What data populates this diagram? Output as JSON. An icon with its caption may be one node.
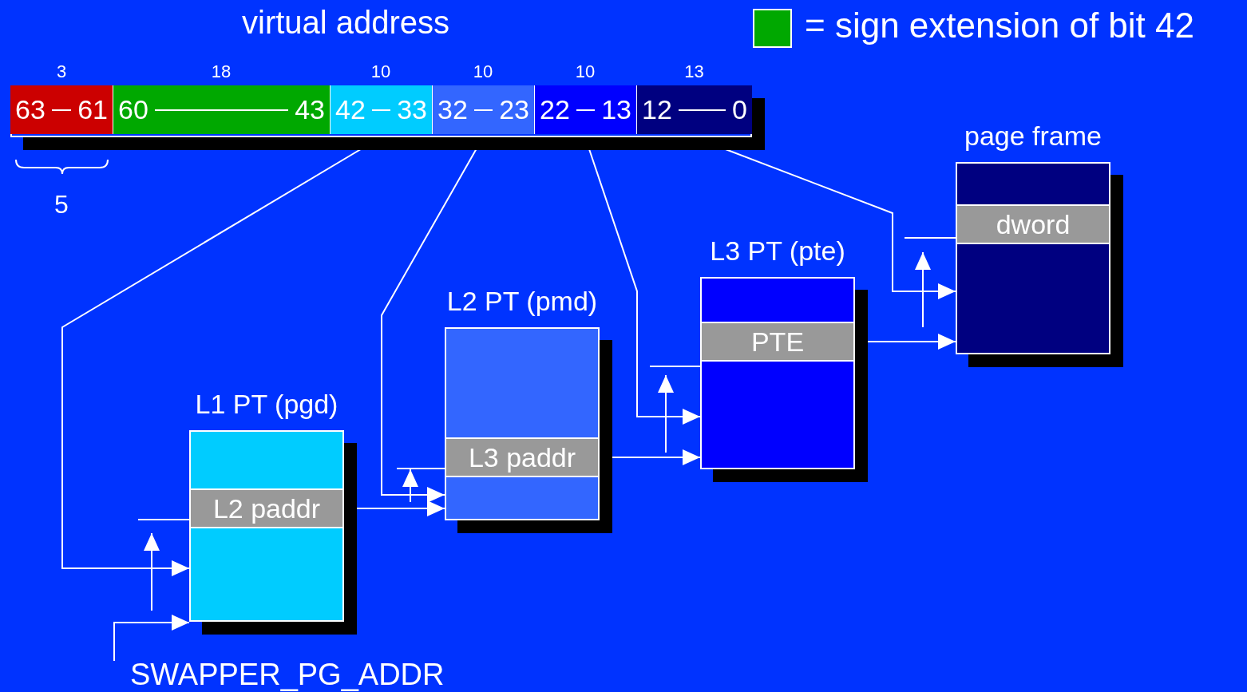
{
  "diagram": {
    "title": "virtual address",
    "nodes": [
      {
        "text": [],
        "shape": "bar"
      },
      {
        "text": [
          "63",
          "61"
        ],
        "in": 0,
        "beside": [
          "3"
        ]
      },
      {
        "text": [
          "60",
          "43"
        ],
        "in": 0,
        "beside": [
          "18"
        ]
      },
      {
        "text": [
          "42",
          "33"
        ],
        "in": 0,
        "beside": [
          "10"
        ]
      },
      {
        "text": [
          "32",
          "23"
        ],
        "in": 0,
        "beside": [
          "10"
        ]
      },
      {
        "text": [
          "22",
          "13"
        ],
        "in": 0,
        "beside": [
          "10"
        ]
      },
      {
        "text": [
          "12",
          "0"
        ],
        "in": 0,
        "beside": [
          "13"
        ]
      },
      {
        "text": [
          "L1 PT (pgd)"
        ]
      },
      {
        "text": [
          "L2 paddr"
        ],
        "in": 7
      },
      {
        "text": [
          "L2 PT (pmd)"
        ]
      },
      {
        "text": [
          "L3 paddr"
        ],
        "in": 9
      },
      {
        "text": [
          "L3 PT (pte)"
        ]
      },
      {
        "text": [
          "PTE"
        ],
        "in": 11
      },
      {
        "text": [
          "page frame"
        ]
      },
      {
        "text": [
          "dword"
        ],
        "in": 13
      },
      {
        "text": [
          "SWAPPER_PG_ADDR"
        ]
      }
    ],
    "edges": [
      {
        "from": 3,
        "to": 7,
        "arrow": "to"
      },
      {
        "from": 15,
        "to": 7,
        "arrow": "to"
      },
      {
        "from": 8,
        "to": 9,
        "arrow": "to"
      },
      {
        "from": 4,
        "to": 9,
        "arrow": "to"
      },
      {
        "from": 10,
        "to": 11,
        "arrow": "to"
      },
      {
        "from": 5,
        "to": 11,
        "arrow": "to"
      },
      {
        "from": 12,
        "to": 13,
        "arrow": "to"
      },
      {
        "from": 6,
        "to": 13,
        "arrow": "to"
      }
    ],
    "labels": [
      "5"
    ],
    "legend": [
      {
        "text": "= sign extension of bit 42",
        "color": "#00a800"
      }
    ]
  }
}
